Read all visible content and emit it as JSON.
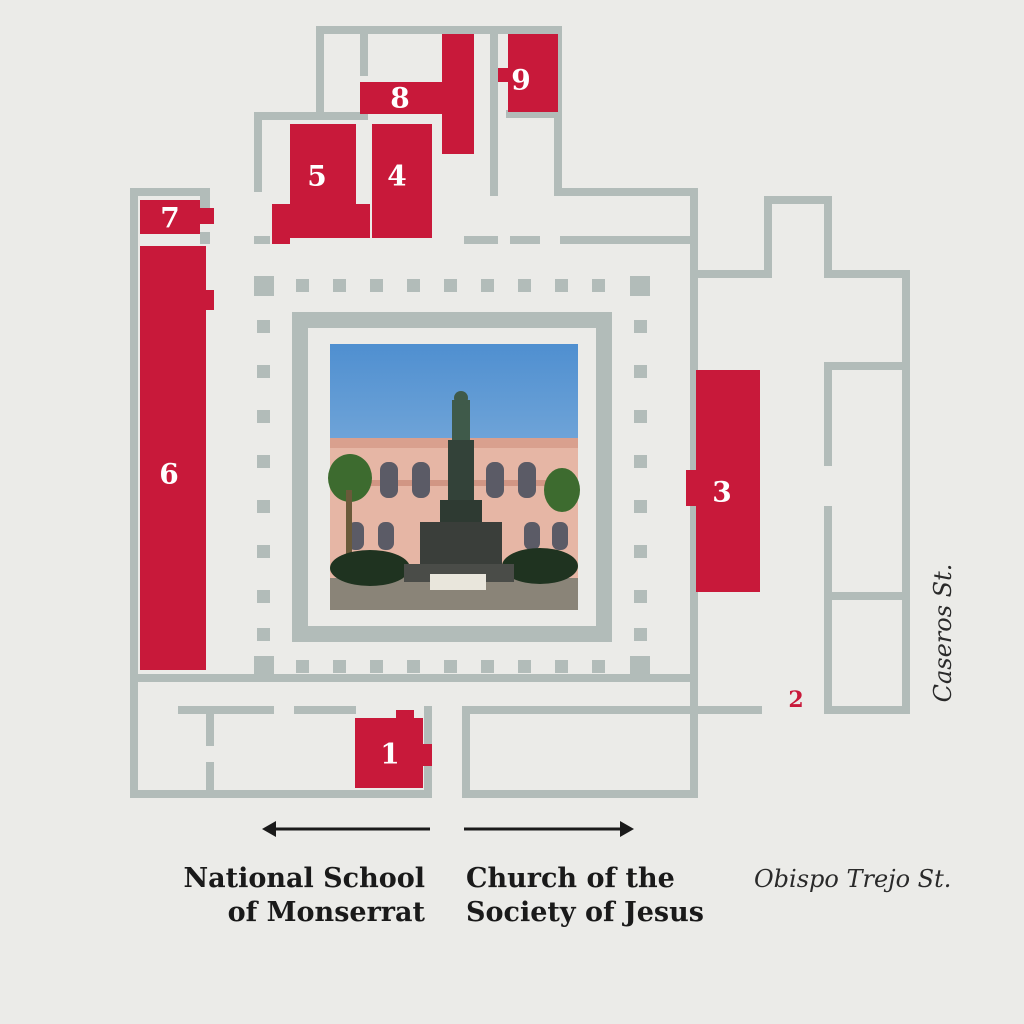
{
  "map": {
    "colors": {
      "background": "#ebebe8",
      "walls": "#b2bcb9",
      "highlight": "#c8193a",
      "arrow": "#1a1a1a"
    },
    "rooms": [
      "1",
      "3",
      "4",
      "5",
      "6",
      "7",
      "8",
      "9"
    ],
    "outside_marker": "2",
    "courtyard_photo": "statue-in-front-of-pink-colonial-building",
    "directions": {
      "left": {
        "label": "National School\nof Monserrat",
        "arrow": "arrow-left"
      },
      "right": {
        "label": "Church of the\nSociety of Jesus",
        "arrow": "arrow-right"
      }
    },
    "streets": {
      "bottom": "Obispo Trejo St.",
      "right": "Caseros St."
    }
  }
}
